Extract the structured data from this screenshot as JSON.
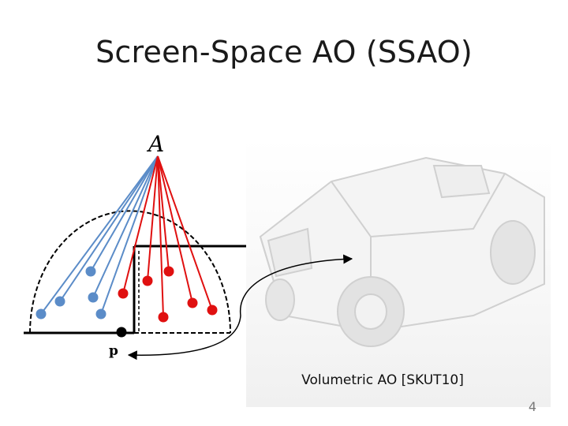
{
  "slide": {
    "title": "Screen-Space AO (SSAO)",
    "eye_label": "A",
    "point_label": "p",
    "render_caption": "Volumetric AO [SKUT10]",
    "slide_number": "4"
  },
  "colors": {
    "occluded": "#e01010",
    "unoccluded": "#5b8cc8",
    "geometry": "#000000",
    "background": "#ffffff"
  }
}
